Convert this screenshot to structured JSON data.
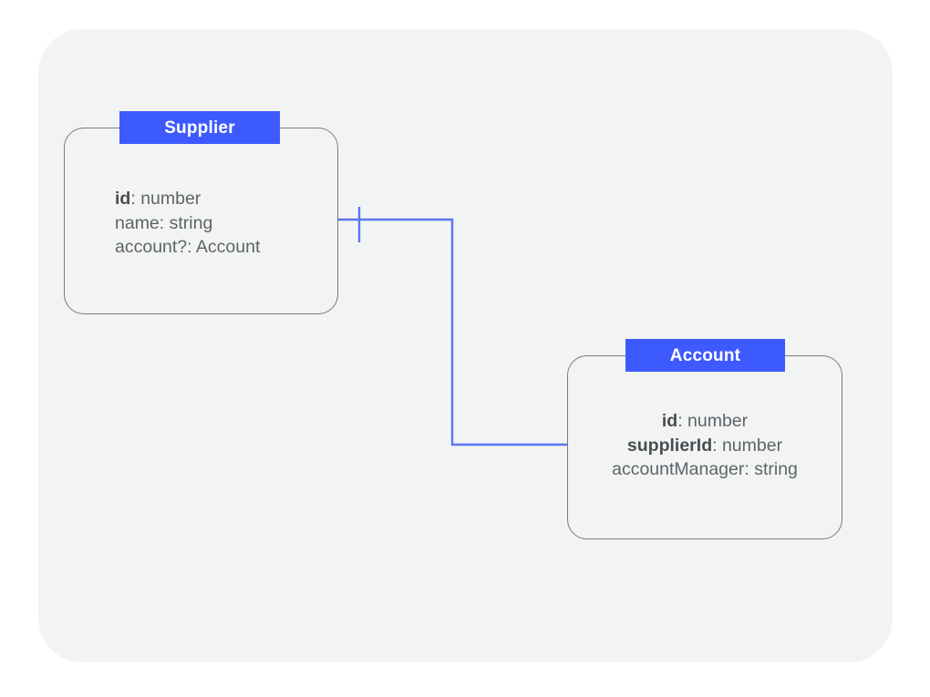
{
  "diagram": {
    "type": "entity-relationship-diagram",
    "panel": {
      "background_color": "#f2f4f4",
      "corner_radius": 48
    },
    "colors": {
      "entity_header_background": "#3d5afe",
      "entity_header_text": "#ffffff",
      "entity_border": "#7a7a7a",
      "field_text": "#5f6368",
      "relationship_line": "#5c74f5",
      "canvas_background": "#ffffff"
    },
    "entities": [
      {
        "id": "supplier",
        "name": "Supplier",
        "field_alignment": "left",
        "fields": [
          {
            "name": "id",
            "type": "number",
            "key": true,
            "separator": ": ",
            "display": "id: number"
          },
          {
            "name": "name",
            "type": "string",
            "key": false,
            "separator": ": ",
            "display": "name: string"
          },
          {
            "name": "account?",
            "type": "Account",
            "key": false,
            "separator": ": ",
            "display": "account?: Account"
          }
        ]
      },
      {
        "id": "account",
        "name": "Account",
        "field_alignment": "center",
        "fields": [
          {
            "name": "id",
            "type": "number",
            "key": true,
            "separator": ": ",
            "display": "id: number"
          },
          {
            "name": "supplierId",
            "type": "number",
            "key": true,
            "separator": ": ",
            "display": "supplierId: number"
          },
          {
            "name": "accountManager",
            "type": "string",
            "key": false,
            "separator": ": ",
            "display": "accountManager: string"
          }
        ]
      }
    ],
    "relationships": [
      {
        "id": "supplier-account",
        "from": "supplier",
        "to": "account",
        "from_cardinality": "one",
        "to_cardinality": "one",
        "marker": "single-tick",
        "routing": "orthogonal"
      }
    ]
  }
}
